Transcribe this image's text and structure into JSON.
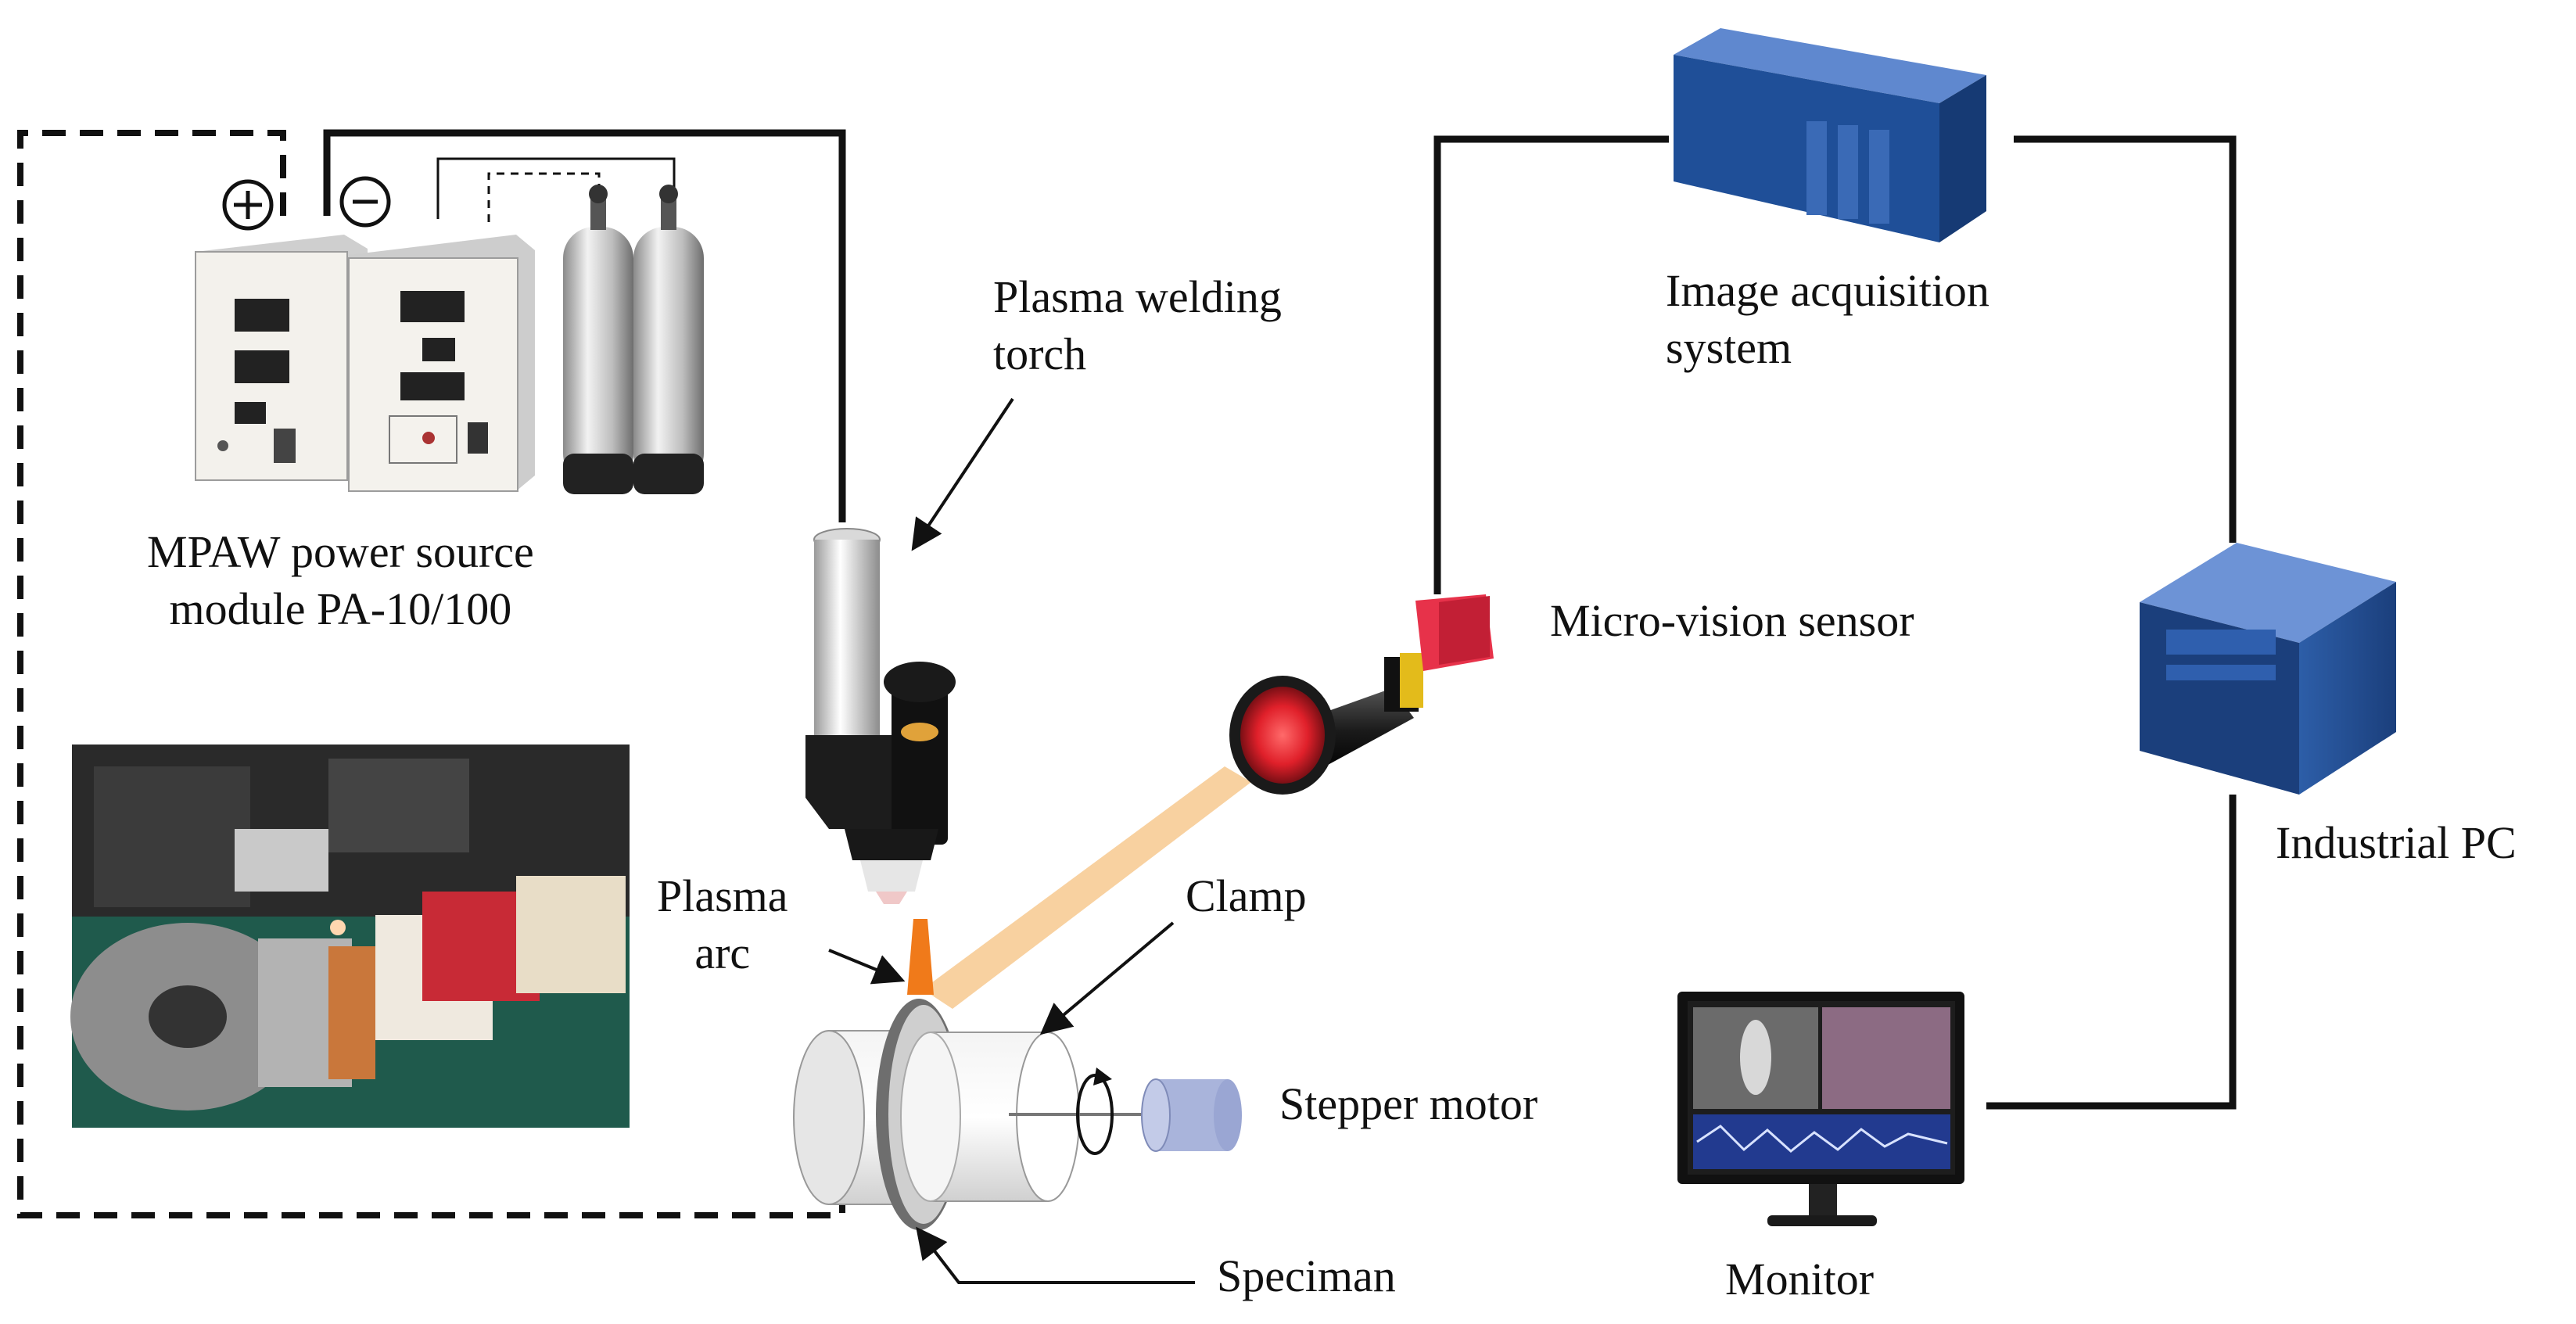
{
  "labels": {
    "plasma_welding_torch": [
      "Plasma welding",
      "torch"
    ],
    "image_acquisition": [
      "Image acquisition",
      "system"
    ],
    "mpaw_power_source": [
      "MPAW power source",
      "module PA-10/100"
    ],
    "micro_vision_sensor": "Micro-vision sensor",
    "industrial_pc": "Industrial PC",
    "plasma_arc": [
      "Plasma",
      "arc"
    ],
    "clamp": "Clamp",
    "stepper_motor": "Stepper motor",
    "speciman": "Speciman",
    "monitor": "Monitor",
    "plus_terminal": "+",
    "minus_terminal": "-"
  },
  "colors": {
    "wire": "#111111",
    "image_acq_blue": "#1f4f98",
    "sensor_red": "#d8283a",
    "beam": "#f7c98f",
    "arc_orange": "#f07a1a",
    "motor_blue": "#a9b4db",
    "pc_blue": "#234f93"
  }
}
